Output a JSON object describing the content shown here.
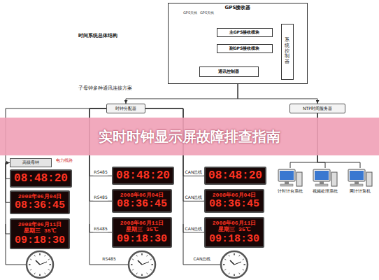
{
  "diagram": {
    "title": "实时时钟显示屏故障排查指南",
    "nodes": [
      {
        "text": [
          "GPS接收器"
        ]
      },
      {
        "text": [
          "主GPS接收模块"
        ],
        "in": 0
      },
      {
        "text": [
          "副GPS接收模块"
        ],
        "in": 0
      },
      {
        "text": [
          "系统控制器"
        ],
        "in": 0
      },
      {
        "text": [
          "通讯控制器"
        ],
        "in": 0
      },
      {
        "text": [
          "时钟分配器"
        ]
      },
      {
        "text": [
          "NTP时间服务器"
        ]
      },
      {
        "text": [
          "高级母钟"
        ]
      },
      {
        "text": [
          "08:48:20"
        ]
      },
      {
        "text": [
          "2008年06月04日",
          "08:36:45"
        ]
      },
      {
        "text": [
          "2008年06月11日",
          "星期三 35℃",
          "09:18:30"
        ]
      },
      {
        "text": [
          "08:48:20"
        ]
      },
      {
        "text": [
          "2008年06月04日",
          "08:36:45"
        ]
      },
      {
        "text": [
          "2008年06月11日",
          "星期三 35℃",
          "09:18:30"
        ]
      },
      {
        "text": [
          "08:48:20"
        ]
      },
      {
        "text": [
          "2008年06月04日",
          "08:36:45"
        ]
      },
      {
        "text": [
          "2008年06月11日",
          "星期三 35℃",
          "09:18:30"
        ]
      },
      {
        "text": [
          "计时计台系统"
        ]
      },
      {
        "text": [
          "视频处理系统"
        ]
      },
      {
        "text": [
          "网计计算机"
        ]
      }
    ],
    "edges": [
      {
        "from": 3,
        "to": 1,
        "arrow": "to"
      },
      {
        "from": 3,
        "to": 2,
        "arrow": "to"
      },
      {
        "from": 4,
        "to": 3,
        "arrow": "to"
      },
      {
        "from": 2,
        "to": 4,
        "arrow": "to"
      },
      {
        "from": 0,
        "to": 5,
        "arrow": "to"
      },
      {
        "from": 0,
        "to": 6,
        "arrow": "to"
      },
      {
        "from": 5,
        "to": 7,
        "arrow": "to"
      },
      {
        "from": 7,
        "to": 8,
        "arrow": "none"
      },
      {
        "from": 7,
        "to": 9,
        "arrow": "none"
      },
      {
        "from": 7,
        "to": 10,
        "arrow": "none"
      },
      {
        "from": 5,
        "to": 11,
        "label": "RS485",
        "arrow": "none"
      },
      {
        "from": 5,
        "to": 12,
        "label": "RS485",
        "arrow": "none"
      },
      {
        "from": 5,
        "to": 13,
        "label": "RS485",
        "arrow": "none"
      },
      {
        "from": 5,
        "to": 14,
        "label": "CAN总线",
        "arrow": "none"
      },
      {
        "from": 5,
        "to": 15,
        "label": "CAN总线",
        "arrow": "none"
      },
      {
        "from": 5,
        "to": 16,
        "label": "CAN总线",
        "arrow": "none"
      },
      {
        "from": 6,
        "to": 17,
        "arrow": "none"
      },
      {
        "from": 6,
        "to": 18,
        "arrow": "none"
      },
      {
        "from": 6,
        "to": 19,
        "arrow": "none"
      }
    ],
    "labels": [
      "GPS天线",
      "GPS天线",
      "时间系统总体结构",
      "子母钟多种通讯连接方案",
      "电力线路",
      "RS485",
      "CAN总线"
    ]
  }
}
